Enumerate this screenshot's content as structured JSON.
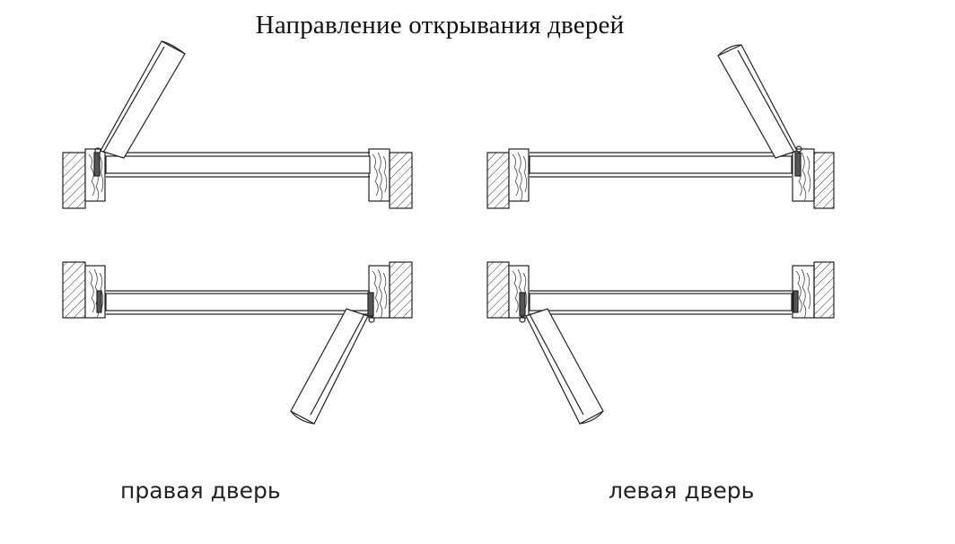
{
  "title": "Направление открывания дверей",
  "captions": {
    "right_door": "правая дверь",
    "left_door": "левая дверь"
  },
  "colors": {
    "line": "#222222",
    "background": "#ffffff"
  }
}
